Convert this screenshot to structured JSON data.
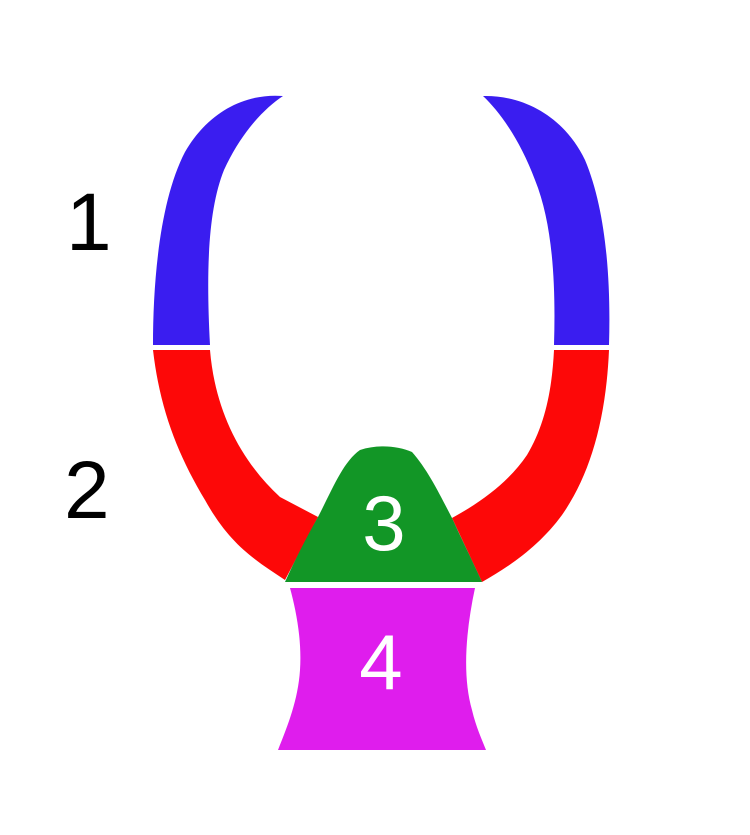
{
  "labels": {
    "upper_segment_number": "1",
    "lower_segment_number": "2",
    "center_block_number": "3",
    "base_block_number": "4"
  },
  "parts": [
    {
      "name": "upper-segment",
      "color": "#3a1df0"
    },
    {
      "name": "lower-segment",
      "color": "#fd0808"
    },
    {
      "name": "center-block",
      "color": "#129626"
    },
    {
      "name": "base-block",
      "color": "#df1ded"
    }
  ]
}
